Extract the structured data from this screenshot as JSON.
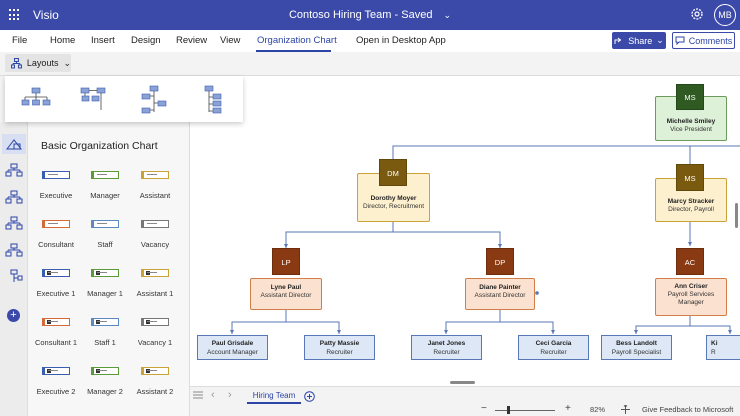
{
  "titlebar": {
    "app_name": "Visio",
    "document_title": "Contoso Hiring Team",
    "save_status": "Saved",
    "avatar_initials": "MB"
  },
  "ribbon": {
    "tabs": [
      "File",
      "Home",
      "Insert",
      "Design",
      "Review",
      "View",
      "Organization Chart",
      "Open in Desktop App"
    ],
    "active_tab": "Organization Chart",
    "share_label": "Share",
    "comments_label": "Comments",
    "layouts_label": "Layouts"
  },
  "stencil": {
    "title": "Basic Organization Chart",
    "shapes": [
      {
        "label": "Executive",
        "color": "#3b5db0"
      },
      {
        "label": "Manager",
        "color": "#5a9a3a"
      },
      {
        "label": "Assistant",
        "color": "#c9a23a"
      },
      {
        "label": "Consultant",
        "color": "#d46a3a"
      },
      {
        "label": "Staff",
        "color": "#5a8ac0"
      },
      {
        "label": "Vacancy",
        "color": "#777777"
      },
      {
        "label": "Executive 1",
        "color": "#3b5db0"
      },
      {
        "label": "Manager 1",
        "color": "#5a9a3a"
      },
      {
        "label": "Assistant 1",
        "color": "#c9a23a"
      },
      {
        "label": "Consultant 1",
        "color": "#d46a3a"
      },
      {
        "label": "Staff 1",
        "color": "#5a8ac0"
      },
      {
        "label": "Vacancy 1",
        "color": "#777777"
      },
      {
        "label": "Executive 2",
        "color": "#3b5db0"
      },
      {
        "label": "Manager 2",
        "color": "#5a9a3a"
      },
      {
        "label": "Assistant 2",
        "color": "#c9a23a"
      }
    ]
  },
  "org": {
    "michelle": {
      "initials": "MS",
      "name": "Michelle Smiley",
      "role": "Vice President"
    },
    "dorothy": {
      "initials": "DM",
      "name": "Dorothy Moyer",
      "role": "Director, Recruitment"
    },
    "marcy": {
      "initials": "MS",
      "name": "Marcy Stracker",
      "role": "Director, Payroll"
    },
    "lyne": {
      "initials": "LP",
      "name": "Lyne Paul",
      "role": "Assistant Director"
    },
    "diane": {
      "initials": "DP",
      "name": "Diane Painter",
      "role": "Assistant Director"
    },
    "ann": {
      "initials": "AC",
      "name": "Ann Criser",
      "role_line1": "Payroll Services",
      "role_line2": "Manager"
    },
    "paul": {
      "name": "Paul Grisdale",
      "role": "Account Manager"
    },
    "patty": {
      "name": "Patty Massie",
      "role": "Recruiter"
    },
    "janet": {
      "name": "Janet Jones",
      "role": "Recruiter"
    },
    "ceci": {
      "name": "Ceci Garcia",
      "role": "Recruiter"
    },
    "bess": {
      "name": "Bess Landolt",
      "role": "Payroll Specialist"
    },
    "partial": {
      "name": "Ki",
      "role": "R"
    }
  },
  "colors": {
    "green_fill": "#ddf0d8",
    "green_border": "#6b9a5a",
    "green_badge": "#2f5a22",
    "gold_fill": "#fdf0cf",
    "gold_border": "#c9a23a",
    "gold_badge": "#7a5a0e",
    "orange_fill": "#fbe1cf",
    "orange_border": "#d27e48",
    "orange_badge": "#8a3a12",
    "connector": "#5877b6"
  },
  "footer": {
    "sheet_tab": "Hiring Team",
    "zoom": "82%",
    "feedback": "Give Feedback to Microsoft"
  }
}
